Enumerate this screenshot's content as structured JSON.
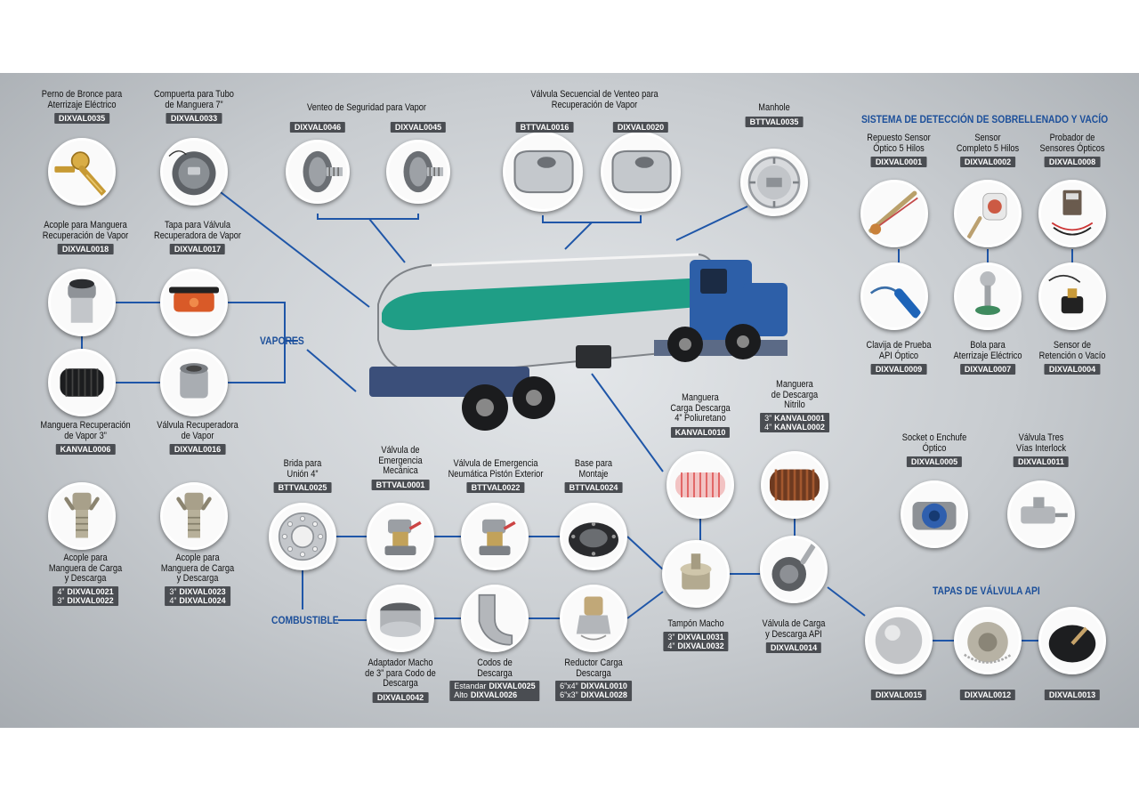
{
  "sections": {
    "sobrellenado": "SISTEMA DE DETECCIÓN DE SOBRELLENADO Y VACÍO",
    "vapores": "VAPORES",
    "combustible": "COMBUSTIBLE",
    "tapas_api": "TAPAS DE VÁLVULA API"
  },
  "labels": {
    "perno": {
      "name": [
        "Perno de Bronce para",
        "Aterrizaje Eléctrico"
      ],
      "codes": [
        "DIXVAL0035"
      ]
    },
    "compuerta": {
      "name": [
        "Compuerta para Tubo",
        "de Manguera 7”"
      ],
      "codes": [
        "DIXVAL0033"
      ]
    },
    "venteo_seg": {
      "name": [
        "Venteo de Seguridad para Vapor"
      ],
      "codes": []
    },
    "dixval0046": {
      "name": [],
      "codes": [
        "DIXVAL0046"
      ]
    },
    "dixval0045": {
      "name": [],
      "codes": [
        "DIXVAL0045"
      ]
    },
    "valv_sec": {
      "name": [
        "Válvula Secuencial de Venteo para",
        "Recuperación de Vapor"
      ],
      "codes": []
    },
    "bttval0016": {
      "name": [],
      "codes": [
        "BTTVAL0016"
      ]
    },
    "dixval0020": {
      "name": [],
      "codes": [
        "DIXVAL0020"
      ]
    },
    "manhole": {
      "name": [
        "Manhole"
      ],
      "codes": [
        "BTTVAL0035"
      ]
    },
    "acople_vapor": {
      "name": [
        "Acople para Manguera",
        "Recuperación de Vapor"
      ],
      "codes": [
        "DIXVAL0018"
      ]
    },
    "tapa_valv": {
      "name": [
        "Tapa para Válvula",
        "Recuperadora de Vapor"
      ],
      "codes": [
        "DIXVAL0017"
      ]
    },
    "manguera_vapor": {
      "name": [
        "Manguera Recuperación",
        "de Vapor 3”"
      ],
      "codes": [
        "KANVAL0006"
      ]
    },
    "valv_recup": {
      "name": [
        "Válvula Recuperadora",
        "de Vapor"
      ],
      "codes": [
        "DIXVAL0016"
      ]
    },
    "acople_carga1": {
      "name": [
        "Acople para",
        "Manguera de Carga",
        "y Descarga"
      ],
      "codes": [
        [
          "4”",
          "DIXVAL0021"
        ],
        [
          "3”",
          "DIXVAL0022"
        ]
      ]
    },
    "acople_carga2": {
      "name": [
        "Acople para",
        "Manguera de Carga",
        "y Descarga"
      ],
      "codes": [
        [
          "3”",
          "DIXVAL0023"
        ],
        [
          "4”",
          "DIXVAL0024"
        ]
      ]
    },
    "repuesto": {
      "name": [
        "Repuesto Sensor",
        "Óptico 5 Hilos"
      ],
      "codes": [
        "DIXVAL0001"
      ]
    },
    "sensor_comp": {
      "name": [
        "Sensor",
        "Completo 5 Hilos"
      ],
      "codes": [
        "DIXVAL0002"
      ]
    },
    "probador": {
      "name": [
        "Probador de",
        "Sensores Ópticos"
      ],
      "codes": [
        "DIXVAL0008"
      ]
    },
    "clavija": {
      "name": [
        "Clavija de Prueba",
        "API Óptico"
      ],
      "codes": [
        "DIXVAL0009"
      ]
    },
    "bola": {
      "name": [
        "Bola para",
        "Aterrizaje Eléctrico"
      ],
      "codes": [
        "DIXVAL0007"
      ]
    },
    "sensor_ret": {
      "name": [
        "Sensor de",
        "Retención o Vacío"
      ],
      "codes": [
        "DIXVAL0004"
      ]
    },
    "manguera_poli": {
      "name": [
        "Manguera",
        "Carga Descarga",
        "4” Poliuretano"
      ],
      "codes": [
        "KANVAL0010"
      ]
    },
    "manguera_nitr": {
      "name": [
        "Manguera",
        "de Descarga",
        "Nitrilo"
      ],
      "codes": [
        [
          "3”",
          "KANVAL0001"
        ],
        [
          "4”",
          "KANVAL0002"
        ]
      ]
    },
    "socket": {
      "name": [
        "Socket o Enchufe",
        "Óptico"
      ],
      "codes": [
        "DIXVAL0005"
      ]
    },
    "tres_vias": {
      "name": [
        "Válvula Tres",
        "Vías Interlock"
      ],
      "codes": [
        "DIXVAL0011"
      ]
    },
    "brida": {
      "name": [
        "Brida para",
        "Unión 4”"
      ],
      "codes": [
        "BTTVAL0025"
      ]
    },
    "emerg_mec": {
      "name": [
        "Válvula de",
        "Emergencia",
        "Mecánica"
      ],
      "codes": [
        "BTTVAL0001"
      ]
    },
    "emerg_neu": {
      "name": [
        "Válvula de Emergencia",
        "Neumática Pistón Exterior"
      ],
      "codes": [
        "BTTVAL0022"
      ]
    },
    "base": {
      "name": [
        "Base para",
        "Montaje"
      ],
      "codes": [
        "BTTVAL0024"
      ]
    },
    "adaptador": {
      "name": [
        "Adaptador Macho",
        "de 3” para Codo de",
        "Descarga"
      ],
      "codes": [
        "DIXVAL0042"
      ]
    },
    "codos": {
      "name": [
        "Codos de",
        "Descarga"
      ],
      "codes": [
        [
          "Estandar",
          "DIXVAL0025"
        ],
        [
          "Alto",
          "DIXVAL0026"
        ]
      ]
    },
    "reductor": {
      "name": [
        "Reductor Carga",
        "Descarga"
      ],
      "codes": [
        [
          "6”x4”",
          "DIXVAL0010"
        ],
        [
          "6”x3”",
          "DIXVAL0028"
        ]
      ]
    },
    "tampon": {
      "name": [
        "Tampón Macho"
      ],
      "codes": [
        [
          "3”",
          "DIXVAL0031"
        ],
        [
          "4”",
          "DIXVAL0032"
        ]
      ]
    },
    "valv_carga": {
      "name": [
        "Válvula de Carga",
        "y Descarga API"
      ],
      "codes": [
        "DIXVAL0014"
      ]
    },
    "api15": {
      "name": [],
      "codes": [
        "DIXVAL0015"
      ]
    },
    "api12": {
      "name": [],
      "codes": [
        "DIXVAL0012"
      ]
    },
    "api13": {
      "name": [],
      "codes": [
        "DIXVAL0013"
      ]
    }
  },
  "colors": {
    "line": "#1f56a8",
    "code_bg": "#4a4d52",
    "section": "#1c4f9a",
    "tank_green": "#1f9e86",
    "cab_blue": "#2d5fa8"
  },
  "icons": [
    "brass-bolt-icon",
    "hatch-cover-icon",
    "vent-valve-icon",
    "vent-valve-icon",
    "sequential-valve-icon",
    "sequential-valve-icon",
    "manhole-icon",
    "coupler-icon",
    "valve-cap-icon",
    "corrugated-hose-icon",
    "recovery-valve-icon",
    "camlock-icon",
    "camlock-icon",
    "optical-sensor-icon",
    "sensor-probe-icon",
    "tester-icon",
    "test-plug-icon",
    "ground-ball-icon",
    "retention-sensor-icon",
    "red-hose-icon",
    "brown-hose-icon",
    "optical-socket-icon",
    "interlock-valve-icon",
    "flange-icon",
    "emergency-valve-icon",
    "emergency-valve-icon",
    "mounting-base-icon",
    "adapter-icon",
    "elbow-icon",
    "reducer-icon",
    "dust-plug-icon",
    "api-valve-icon",
    "api-cap-icon",
    "api-cap-icon",
    "api-cap-icon",
    "tanker-truck-icon"
  ]
}
